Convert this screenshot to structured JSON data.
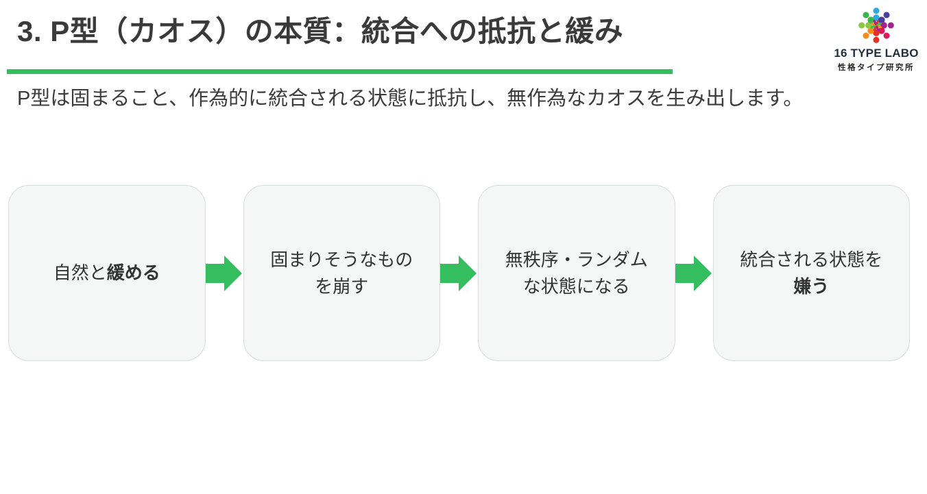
{
  "theme": {
    "accent_green": "#35be60",
    "box_bg": "#f5f7f6",
    "box_border": "#d6dddc",
    "title_color": "#3a3a3a",
    "text_color": "#3c3c3c"
  },
  "header": {
    "title": "3. P型（カオス）の本質：統合への抵抗と緩み",
    "subtitle": "P型は固まること、作為的に統合される状態に抵抗し、無作為なカオスを生み出します。"
  },
  "logo": {
    "name": "16 TYPE LABO",
    "subname": "性格タイプ研究所",
    "icon": "people-ring-icon",
    "people_colors": [
      "#2baae2",
      "#4b3f9e",
      "#a3238e",
      "#d91a5c",
      "#e53227",
      "#f58a1f",
      "#8dc63f",
      "#3ab54a"
    ],
    "center_colors": [
      "#e53227",
      "#3ab54a",
      "#f58a1f",
      "#a3238e"
    ]
  },
  "flow": {
    "arrow_icon": "arrow-right-icon",
    "steps": [
      {
        "lines": [
          [
            {
              "t": "自然と",
              "b": false
            },
            {
              "t": "緩める",
              "b": true
            }
          ]
        ]
      },
      {
        "lines": [
          [
            {
              "t": "固まりそうなもの",
              "b": false
            }
          ],
          [
            {
              "t": "を崩す",
              "b": false
            }
          ]
        ]
      },
      {
        "lines": [
          [
            {
              "t": "無秩序・ランダム",
              "b": false
            }
          ],
          [
            {
              "t": "な状態になる",
              "b": false
            }
          ]
        ]
      },
      {
        "lines": [
          [
            {
              "t": "統合される状態を",
              "b": false
            }
          ],
          [
            {
              "t": "嫌う",
              "b": true
            }
          ]
        ]
      }
    ]
  }
}
